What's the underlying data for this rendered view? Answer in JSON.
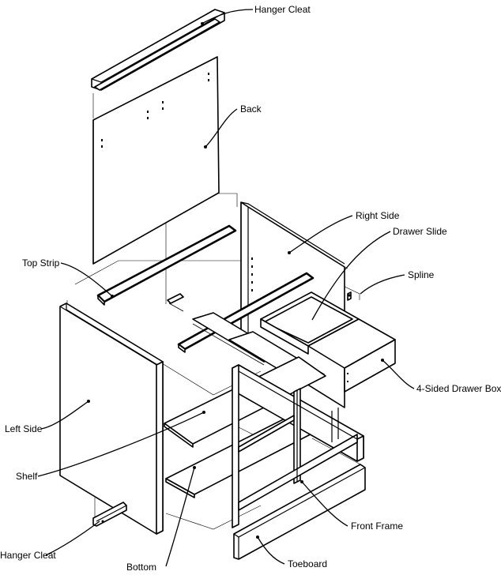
{
  "labels": {
    "hanger_cleat_top": "Hanger Cleat",
    "back": "Back",
    "right_side": "Right Side",
    "drawer_slide": "Drawer Slide",
    "top_strip": "Top Strip",
    "spline": "Spline",
    "four_sided_drawer_box": "4-Sided Drawer Box",
    "left_side": "Left Side",
    "shelf": "Shelf",
    "front_frame": "Front Frame",
    "hanger_cleat_bottom": "Hanger Cleat",
    "bottom": "Bottom",
    "toeboard": "Toeboard"
  }
}
